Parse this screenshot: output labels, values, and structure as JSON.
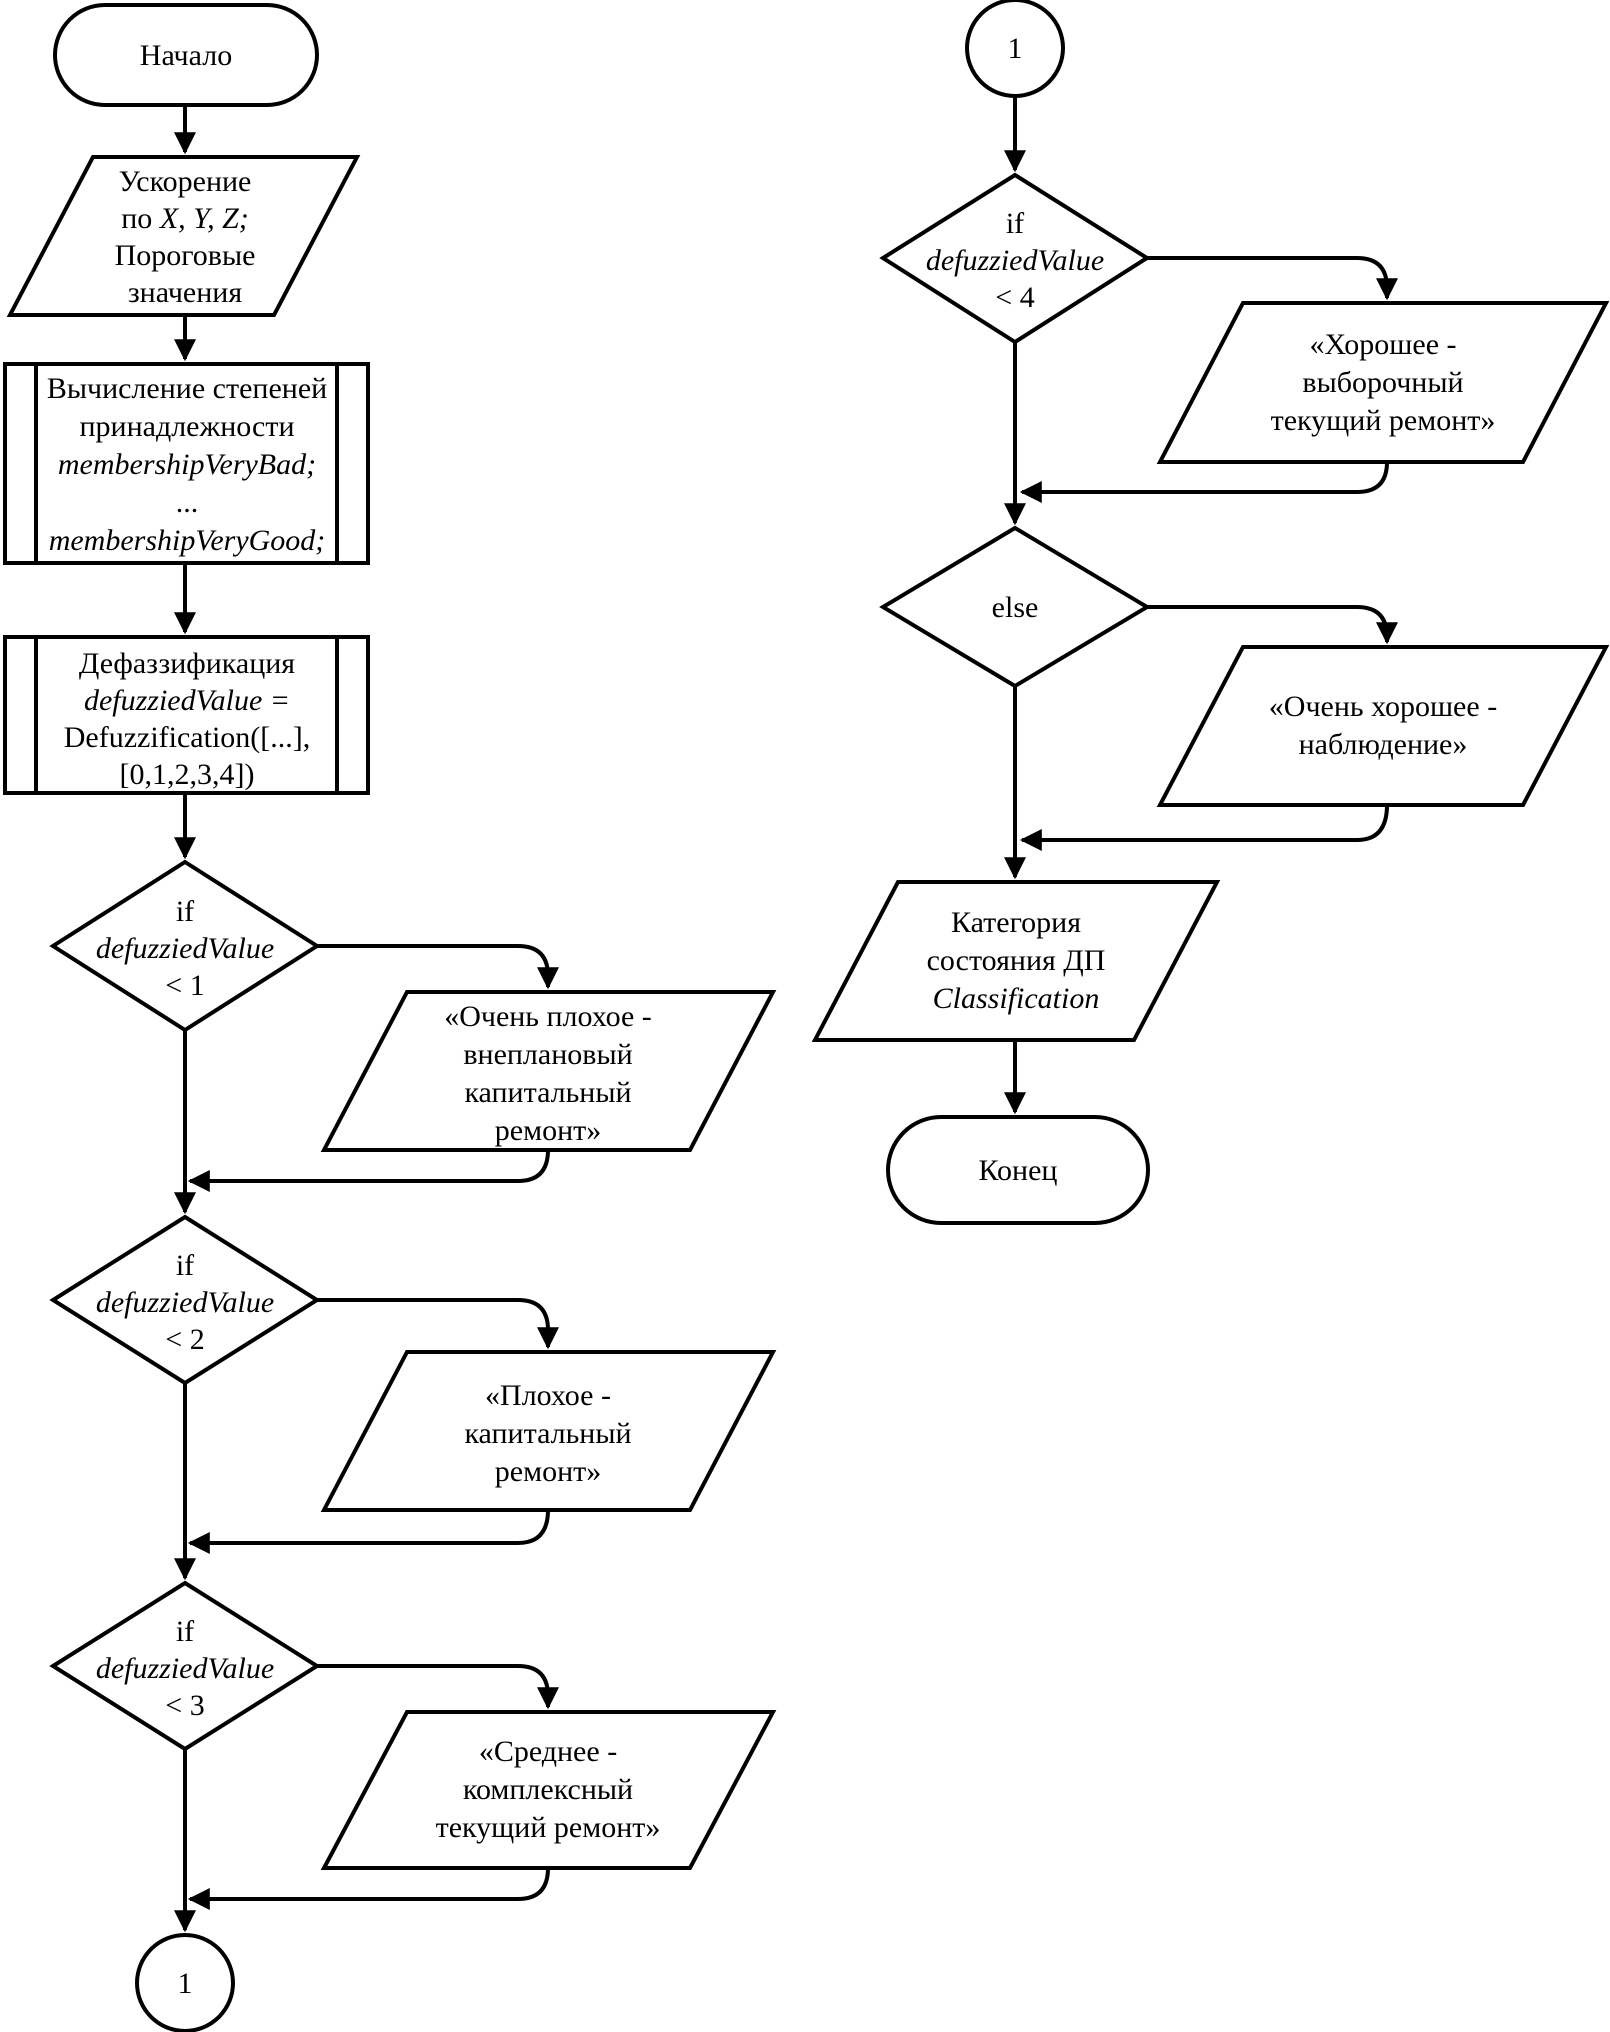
{
  "colors": {
    "line": "#000000",
    "background": "#ffffff",
    "text": "#000000"
  },
  "left": {
    "start": {
      "label": "Начало"
    },
    "input_data": {
      "line1": "Ускорение",
      "line2_prefix": "по ",
      "line2_vars": "X, Y, Z;",
      "line3": "Пороговые",
      "line4": "значения"
    },
    "membership_process": {
      "line1": "Вычисление степеней",
      "line2": "принадлежности",
      "line3": "membershipVeryBad;",
      "line4": "...",
      "line5": "membershipVeryGood;"
    },
    "defuzzification_process": {
      "line1": "Дефаззификация",
      "line2": "defuzziedValue =",
      "line3": "Defuzzification([...],",
      "line4": "[0,1,2,3,4])"
    },
    "decision_lt_1": {
      "keyword": "if",
      "variable": "defuzziedValue",
      "condition": "< 1"
    },
    "output_very_bad": {
      "line1": "«Очень плохое -",
      "line2": "внеплановый",
      "line3": "капитальный",
      "line4": "ремонт»"
    },
    "decision_lt_2": {
      "keyword": "if",
      "variable": "defuzziedValue",
      "condition": "< 2"
    },
    "output_bad": {
      "line1": "«Плохое -",
      "line2": "капитальный",
      "line3": "ремонт»"
    },
    "decision_lt_3": {
      "keyword": "if",
      "variable": "defuzziedValue",
      "condition": "< 3"
    },
    "output_medium": {
      "line1": "«Среднее -",
      "line2": "комплексный",
      "line3": "текущий ремонт»"
    },
    "offpage_connector_bottom": {
      "label": "1"
    }
  },
  "right": {
    "offpage_connector_top": {
      "label": "1"
    },
    "decision_lt_4": {
      "keyword": "if",
      "variable": "defuzziedValue",
      "condition": "< 4"
    },
    "output_good": {
      "line1": "«Хорошее -",
      "line2": "выборочный",
      "line3": "текущий ремонт»"
    },
    "decision_else": {
      "keyword": "else"
    },
    "output_very_good": {
      "line1": "«Очень хорошее -",
      "line2": "наблюдение»"
    },
    "output_category": {
      "line1": "Категория",
      "line2": "состояния ДП",
      "line3": "Classification"
    },
    "end": {
      "label": "Конец"
    }
  }
}
